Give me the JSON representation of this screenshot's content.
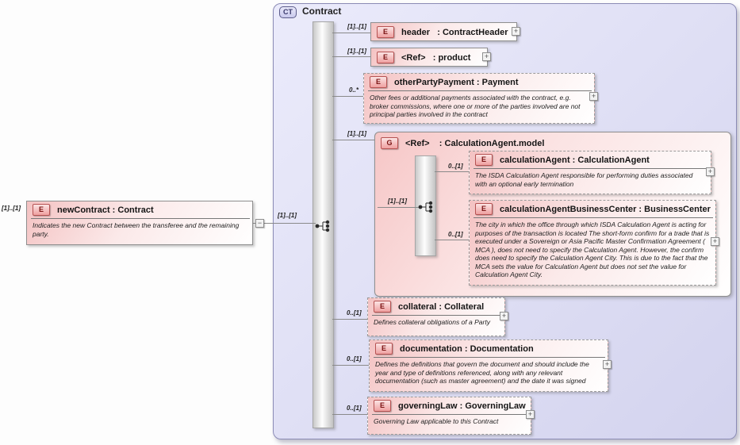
{
  "icons": {
    "expand": "+",
    "collapse": "−",
    "sequence_icon": "model-group-sequence"
  },
  "root": {
    "cardinality": "[1]..[1]",
    "badge": "E",
    "title": "newContract : Contract",
    "description": "Indicates the new Contract between the transferee and the remaining party."
  },
  "contract": {
    "badge": "CT",
    "title": "Contract",
    "incoming_cardinality": "[1]..[1]",
    "children": [
      {
        "badge": "E",
        "cardinality": "[1]..[1]",
        "title": "header   : ContractHeader"
      },
      {
        "badge": "E",
        "cardinality": "[1]..[1]",
        "title": "<Ref>   : product"
      },
      {
        "badge": "E",
        "cardinality": "0..*",
        "title": "otherPartyPayment : Payment",
        "description": "Other fees or additional payments associated with the contract, e.g. broker commissions, where one or more of the parties involved are not principal parties involved in the contract"
      },
      {
        "badge": "G",
        "cardinality": "[1]..[1]",
        "title": "<Ref>    : CalculationAgent.model",
        "inner_cardinality": "[1]..[1]",
        "children": [
          {
            "badge": "E",
            "cardinality": "0..[1]",
            "title": "calculationAgent : CalculationAgent",
            "description": "The ISDA Calculation Agent responsible for performing duties associated with an optional early termination"
          },
          {
            "badge": "E",
            "cardinality": "0..[1]",
            "title": "calculationAgentBusinessCenter : BusinessCenter",
            "description": "The city in which the office through which ISDA Calculation Agent is acting for purposes of the transaction is located The short-form confirm for a trade that is executed under a Sovereign or Asia Pacific Master Confirmation Agreement ( MCA ), does not need to specify the Calculation Agent. However, the confirm does need to specify the Calculation Agent City. This is due to the fact that the MCA sets the value for Calculation Agent but does not set the value for Calculation Agent City."
          }
        ]
      },
      {
        "badge": "E",
        "cardinality": "0..[1]",
        "title": "collateral : Collateral",
        "description": "Defines collateral obligations of a Party"
      },
      {
        "badge": "E",
        "cardinality": "0..[1]",
        "title": "documentation : Documentation",
        "description": "Defines the definitions that govern the document and should include the year and type of definitions referenced, along with any relevant documentation (such as master agreement) and the date it was signed"
      },
      {
        "badge": "E",
        "cardinality": "0..[1]",
        "title": "governingLaw : GoverningLaw",
        "description": "Governing Law applicable to this Contract"
      }
    ]
  }
}
